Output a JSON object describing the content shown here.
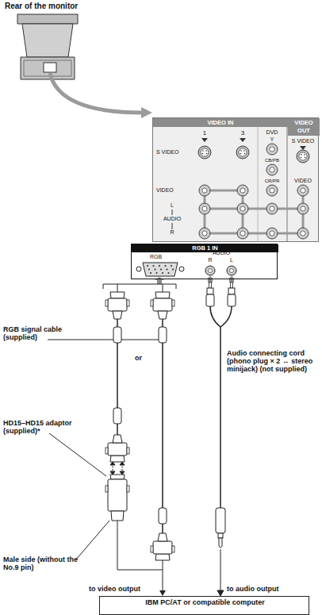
{
  "diagram": {
    "nodes": [
      {
        "text": [
          "VIDEO IN",
          "VIDEO OUT"
        ]
      },
      {
        "text": [
          "RGB 1 IN"
        ]
      },
      {
        "text": [
          "IBM PC/AT or compatible computer"
        ]
      }
    ],
    "labels": [
      "Rear of the monitor",
      "1",
      "3",
      "DVD",
      "S VIDEO",
      "Y",
      "S VIDEO",
      "CB/PB",
      "VIDEO",
      "CR/PR",
      "VIDEO",
      "L",
      "AUDIO",
      "R",
      "RGB",
      "AUDIO",
      "R",
      "L",
      "RGB signal cable (supplied)",
      "or",
      "HD15–HD15 adaptor (supplied)*",
      "Male side (without the No.9 pin)",
      "to video output",
      "Audio connecting cord (phono plug × 2 ↔ stereo minijack) (not supplied)",
      "to audio output"
    ]
  }
}
